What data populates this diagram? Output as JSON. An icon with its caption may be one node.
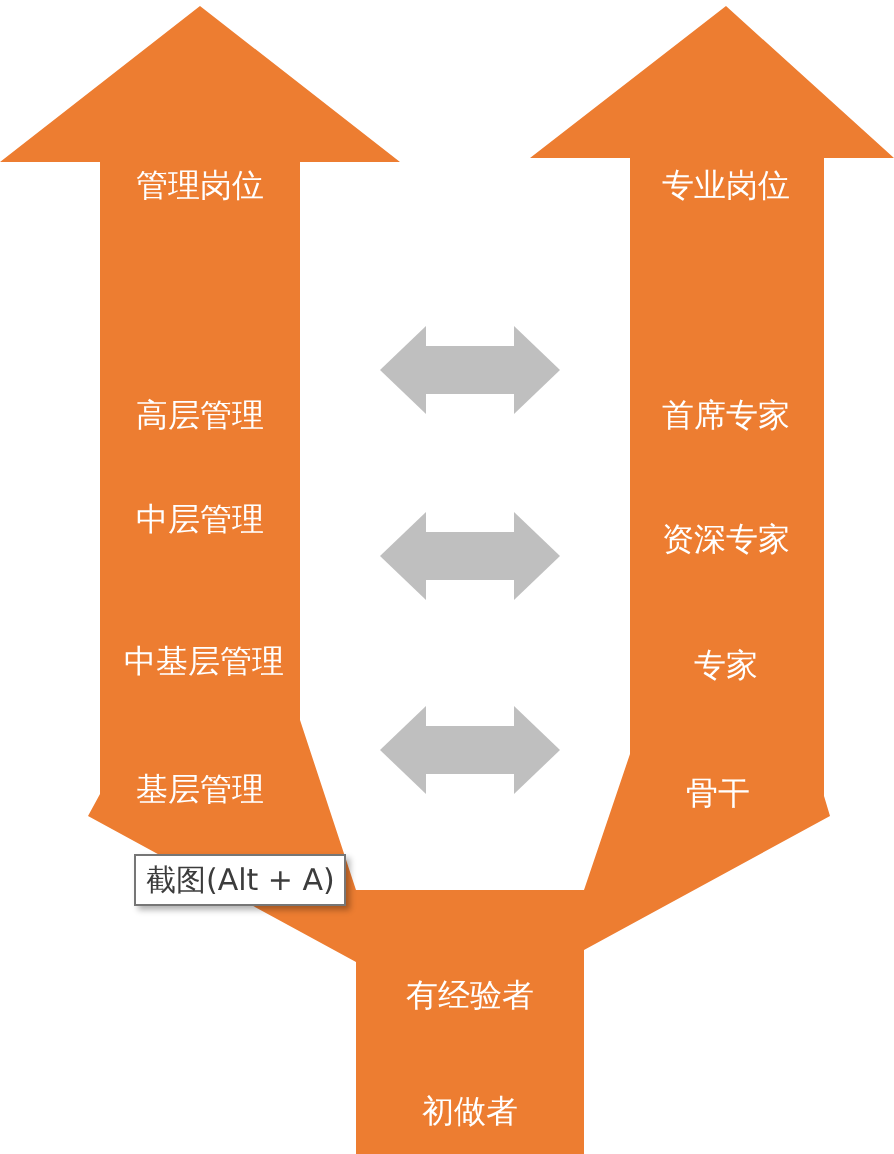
{
  "diagram": {
    "nodes": [
      {
        "text": [
          "管理岗位",
          "高层管理",
          "中层管理",
          "中基层管理",
          "基层管理"
        ]
      },
      {
        "text": [
          "专业岗位",
          "首席专家",
          "资深专家",
          "专家",
          "骨干"
        ]
      },
      {
        "text": [
          "有经验者",
          "初做者"
        ]
      }
    ],
    "edges": [
      {
        "from": 0,
        "to": 1,
        "arrow": "both"
      },
      {
        "from": 0,
        "to": 1,
        "arrow": "both"
      },
      {
        "from": 0,
        "to": 1,
        "arrow": "both"
      }
    ],
    "labels": [
      "截图(Alt + A)"
    ]
  }
}
